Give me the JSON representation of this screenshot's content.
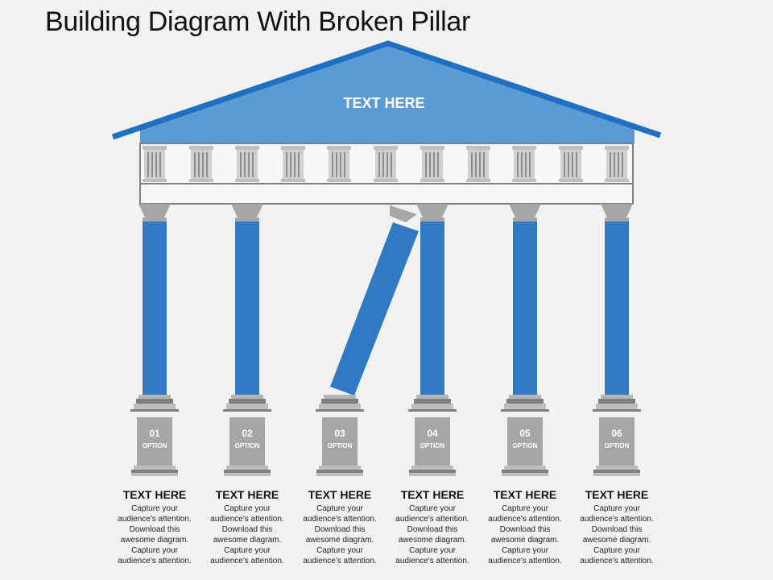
{
  "title": "Building Diagram With Broken Pillar",
  "roof_text": "TEXT HERE",
  "colors": {
    "roof": "#5b9bd5",
    "roof_edge": "#1f6fc2",
    "pillar": "#2f7ac2",
    "stone": "#a6a6a6",
    "stone_dark": "#7f7f7f",
    "background": "#f2f2f2"
  },
  "pillars": [
    {
      "number": "01",
      "option": "OPTION",
      "heading": "TEXT HERE",
      "body": [
        "Capture your",
        "audience's attention.",
        "Download this",
        "awesome diagram.",
        "Capture your",
        "audience's attention."
      ],
      "broken": false
    },
    {
      "number": "02",
      "option": "OPTION",
      "heading": "TEXT HERE",
      "body": [
        "Capture your",
        "audience's attention.",
        "Download this",
        "awesome diagram.",
        "Capture your",
        "audience's attention."
      ],
      "broken": false
    },
    {
      "number": "03",
      "option": "OPTION",
      "heading": "TEXT HERE",
      "body": [
        "Capture your",
        "audience's attention.",
        "Download this",
        "awesome diagram.",
        "Capture your",
        "audience's attention."
      ],
      "broken": true
    },
    {
      "number": "04",
      "option": "OPTION",
      "heading": "TEXT HERE",
      "body": [
        "Capture your",
        "audience's attention.",
        "Download this",
        "awesome diagram.",
        "Capture your",
        "audience's attention."
      ],
      "broken": false
    },
    {
      "number": "05",
      "option": "OPTION",
      "heading": "TEXT HERE",
      "body": [
        "Capture your",
        "audience's attention.",
        "Download this",
        "awesome diagram.",
        "Capture your",
        "audience's attention."
      ],
      "broken": false
    },
    {
      "number": "06",
      "option": "OPTION",
      "heading": "TEXT HERE",
      "body": [
        "Capture your",
        "audience's attention.",
        "Download this",
        "awesome diagram.",
        "Capture your",
        "audience's attention."
      ],
      "broken": false
    }
  ]
}
